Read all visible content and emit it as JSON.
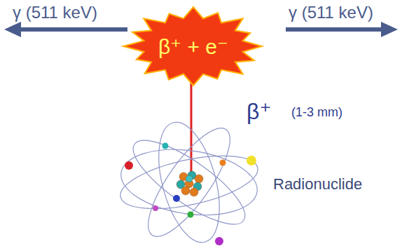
{
  "diagram": {
    "nodes": [
      {
        "text": [
          "β⁺ + e⁻"
        ]
      }
    ],
    "labels": [
      "γ (511 keV)",
      "γ (511 keV)",
      "β⁺",
      "(1-3 mm)",
      "Radionuclide"
    ]
  }
}
